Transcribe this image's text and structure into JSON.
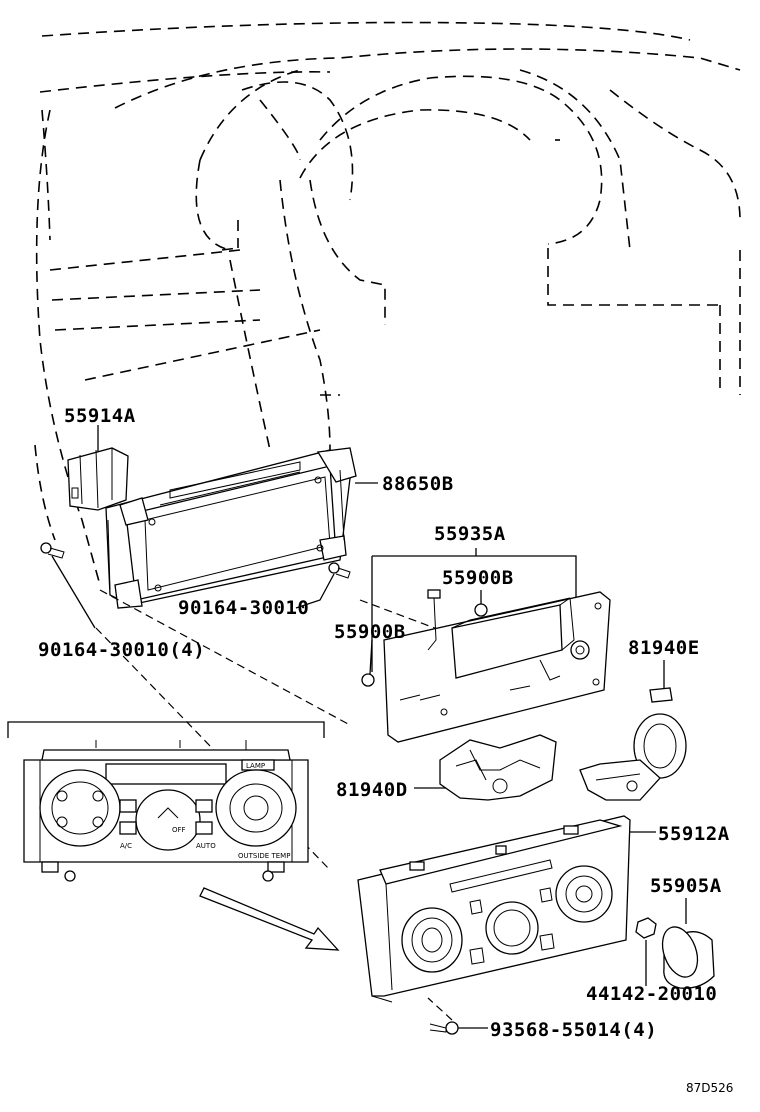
{
  "diagram": {
    "figure_id": "87D526",
    "callouts": {
      "p55914A": "55914A",
      "p88650B": "88650B",
      "p55935A": "55935A",
      "p55900B_top": "55900B",
      "p55900B_left": "55900B",
      "p90164_right": "90164-30010",
      "p90164_left": "90164-30010(4)",
      "p81940E": "81940E",
      "p81940D": "81940D",
      "p55912A": "55912A",
      "p55905A": "55905A",
      "p44142": "44142-20010",
      "p93568": "93568-55014(4)"
    },
    "inset_panel": {
      "lamp_label": "LAMP",
      "ac_label": "A/C",
      "off_label": "OFF",
      "auto_label": "AUTO",
      "outside_temp_label": "OUTSIDE TEMP"
    }
  }
}
